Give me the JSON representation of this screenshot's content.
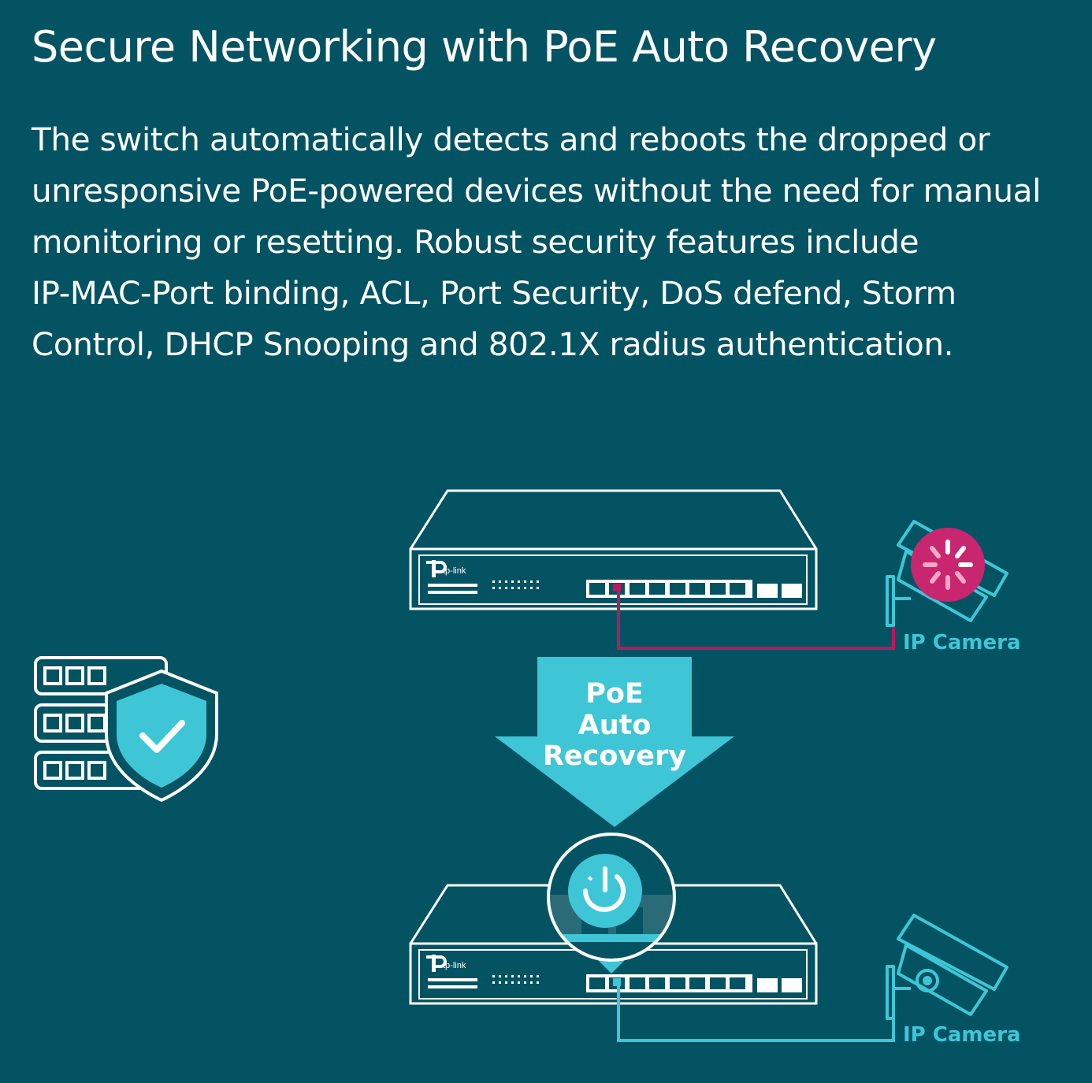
{
  "heading": "Secure Networking with PoE Auto Recovery",
  "description_lines": [
    "The switch automatically detects and reboots the dropped or",
    "unresponsive PoE-powered devices without the need for manual",
    "monitoring or resetting. Robust security features include",
    "IP-MAC-Port binding, ACL, Port Security, DoS defend, Storm",
    "Control, DHCP Snooping and 802.1X radius authentication."
  ],
  "diagram": {
    "brand_label": "tp-link",
    "arrow_lines": [
      "PoE",
      "Auto",
      "Recovery"
    ],
    "camera_top_label": "IP Camera",
    "camera_bottom_label": "IP Camera",
    "icons": [
      "server-rack-icon",
      "security-shield-icon",
      "checkmark-icon",
      "loading-spinner-icon",
      "power-restart-icon",
      "ip-camera-icon"
    ]
  },
  "colors": {
    "background": "#035363",
    "line_white": "#ffffff",
    "accent_cyan": "#3ec6d6",
    "error_magenta": "#b8195f",
    "spinner_fill": "#c8266e"
  }
}
